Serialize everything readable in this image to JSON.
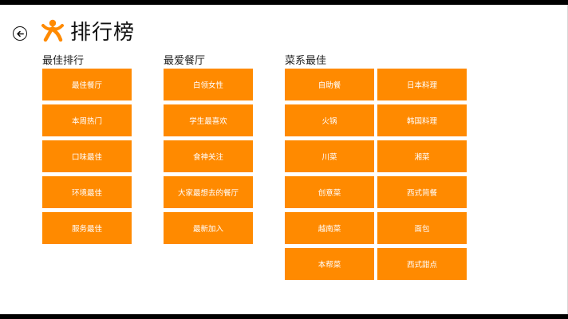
{
  "header": {
    "title": "排行榜",
    "back_icon": "back-arrow-circle-icon",
    "logo_icon": "person-logo-icon"
  },
  "colors": {
    "accent": "#ff8a00",
    "tile_text": "#ffffff",
    "background": "#ffffff"
  },
  "groups": [
    {
      "title": "最佳排行",
      "tiles": [
        "最佳餐厅",
        "本周热门",
        "口味最佳",
        "环境最佳",
        "服务最佳"
      ]
    },
    {
      "title": "最爱餐厅",
      "tiles": [
        "白领女性",
        "学生最喜欢",
        "食神关注",
        "大家最想去的餐厅",
        "最新加入"
      ]
    },
    {
      "title": "菜系最佳",
      "tiles": [
        "自助餐",
        "日本料理",
        "火锅",
        "韩国料理",
        "川菜",
        "湘菜",
        "创意菜",
        "西式简餐",
        "越南菜",
        "面包",
        "本帮菜",
        "西式甜点"
      ]
    }
  ]
}
